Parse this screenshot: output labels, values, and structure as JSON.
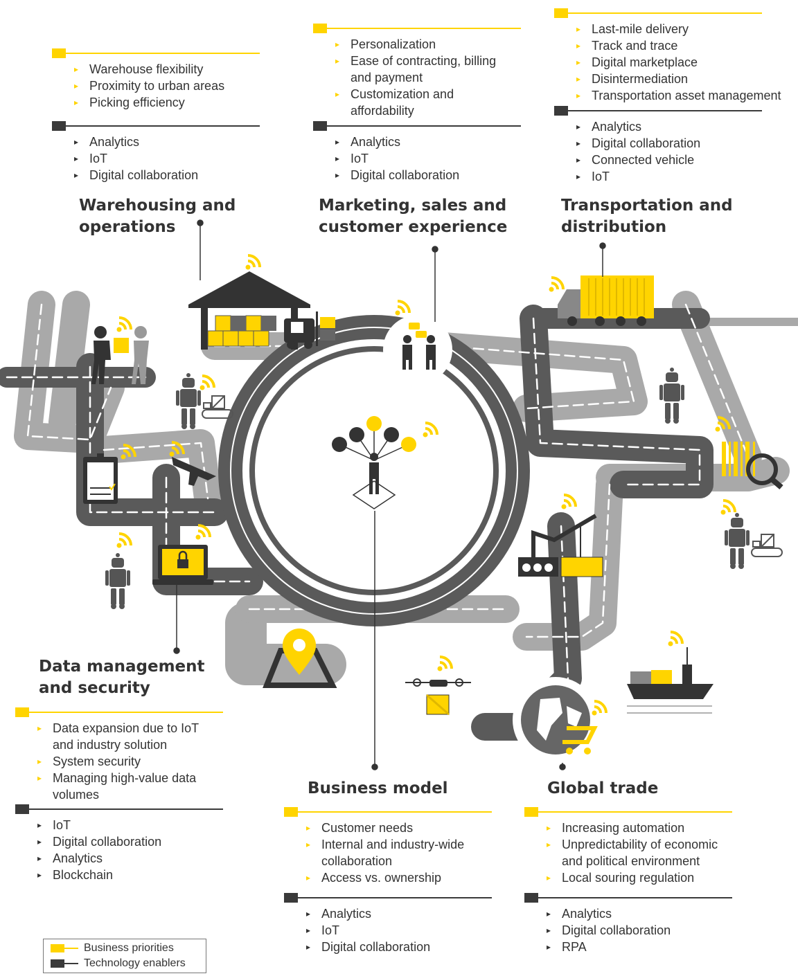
{
  "colors": {
    "accent": "#ffd400",
    "dark": "#3a3a3a",
    "road_dark": "#5a5a5a",
    "road_light": "#a9a9a9"
  },
  "sections": {
    "warehousing": {
      "title_1": "Warehousing and",
      "title_2": "operations",
      "priorities": [
        "Warehouse flexibility",
        "Proximity to urban areas",
        "Picking efficiency"
      ],
      "enablers": [
        "Analytics",
        "IoT",
        "Digital collaboration"
      ]
    },
    "marketing": {
      "title_1": "Marketing, sales and",
      "title_2": "customer experience",
      "priorities": [
        "Personalization",
        "Ease of contracting, billing",
        "and payment",
        "Customization and",
        "affordability"
      ],
      "enablers": [
        "Analytics",
        "IoT",
        "Digital collaboration"
      ]
    },
    "transportation": {
      "title_1": "Transportation and",
      "title_2": "distribution",
      "priorities": [
        "Last-mile delivery",
        "Track and trace",
        "Digital marketplace",
        "Disintermediation",
        "Transportation asset management"
      ],
      "enablers": [
        "Analytics",
        "Digital collaboration",
        "Connected vehicle",
        "IoT"
      ]
    },
    "data": {
      "title_1": "Data management",
      "title_2": "and security",
      "priorities": [
        "Data expansion due to IoT",
        "and industry solution",
        "System security",
        "Managing high-value data",
        "volumes"
      ],
      "enablers": [
        "IoT",
        "Digital collaboration",
        "Analytics",
        "Blockchain"
      ]
    },
    "business": {
      "title": "Business model",
      "priorities": [
        "Customer needs",
        "Internal and industry-wide",
        "collaboration",
        "Access vs. ownership"
      ],
      "enablers": [
        "Analytics",
        "IoT",
        "Digital collaboration"
      ]
    },
    "trade": {
      "title": "Global trade",
      "priorities": [
        "Increasing automation",
        "Unpredictability of economic",
        "and political environment",
        "Local souring regulation"
      ],
      "enablers": [
        "Analytics",
        "Digital collaboration",
        "RPA"
      ]
    }
  },
  "legend": {
    "priorities": "Business priorities",
    "enablers": "Technology enablers"
  },
  "icons": [
    "warehouse-icon",
    "forklift-icon",
    "truck-icon",
    "people-chat-icon",
    "balloon-person-icon",
    "robot-icon",
    "airplane-icon",
    "laptop-lock-icon",
    "clipboard-icon",
    "location-pin-icon",
    "drone-icon",
    "crane-icon",
    "ship-icon",
    "globe-cart-icon",
    "barcode-magnifier-icon",
    "wifi-icon"
  ]
}
